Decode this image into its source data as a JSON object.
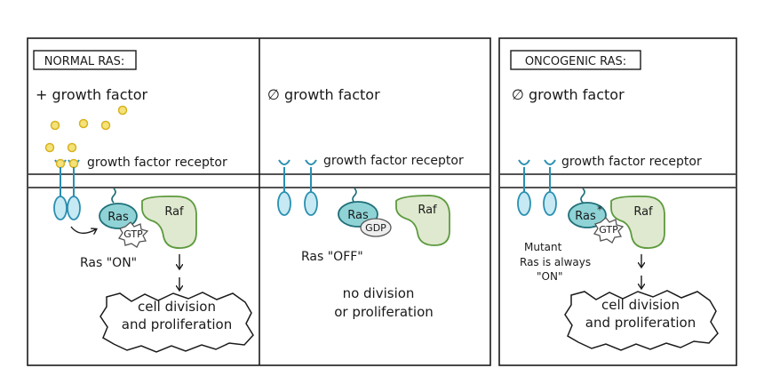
{
  "panels": [
    {
      "header": "NORMAL RAS:",
      "growth_factor_label": "+ growth factor",
      "receptor_label": "growth factor receptor",
      "ras_label": "Ras",
      "raf_label": "Raf",
      "nucleotide_label": "GTP",
      "state_label": "Ras \"ON\"",
      "outcome_lines": [
        "cell division",
        "and proliferation"
      ]
    },
    {
      "growth_factor_label": "∅ growth factor",
      "receptor_label": "growth factor receptor",
      "ras_label": "Ras",
      "raf_label": "Raf",
      "nucleotide_label": "GDP",
      "state_label": "Ras \"OFF\"",
      "outcome_lines": [
        "no division",
        "or proliferation"
      ]
    },
    {
      "header": "ONCOGENIC RAS:",
      "growth_factor_label": "∅ growth factor",
      "receptor_label": "growth factor receptor",
      "ras_label": "Ras",
      "mutation_mark": "*",
      "raf_label": "Raf",
      "nucleotide_label": "GTP",
      "note_lines": [
        "Mutant",
        "Ras is always",
        "\"ON\""
      ],
      "outcome_lines": [
        "cell division",
        "and proliferation"
      ]
    }
  ],
  "colors": {
    "ras_fill": "#8fd3d6",
    "ras_stroke": "#1f6f78",
    "raf_fill": "#dfe9cf",
    "raf_stroke": "#5d9a3e",
    "receptor_fill": "#c6e9f3",
    "receptor_stroke": "#2a8fb0",
    "growth_factor_fill": "#f4e27a",
    "growth_factor_stroke": "#d8b21f"
  }
}
